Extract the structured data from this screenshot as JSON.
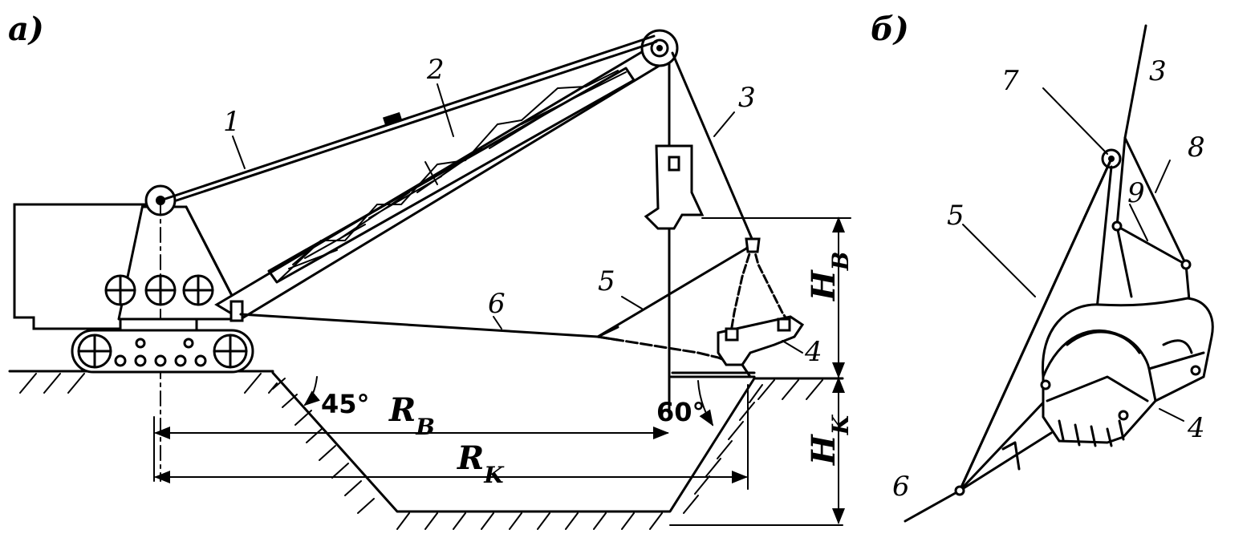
{
  "panels": {
    "a": "а)",
    "b": "б)"
  },
  "callouts_a": {
    "boom_stay": "1",
    "boom": "2",
    "hoist_rope": "3",
    "bucket": "4",
    "dump_rope": "5",
    "drag_rope": "6"
  },
  "callouts_b": {
    "hoist_rope": "3",
    "bucket": "4",
    "dump_rope": "5",
    "drag_rope": "6",
    "pulley": "7",
    "chain_8": "8",
    "chain_9": "9"
  },
  "dimensions": {
    "h_dump": "H_B",
    "h_dig": "H_K",
    "r_dump": "R_B",
    "r_dig": "R_K"
  },
  "angles": {
    "bank_left": "45°",
    "bank_right": "60°"
  },
  "colors": {
    "ink": "#000000",
    "paper": "#ffffff"
  }
}
